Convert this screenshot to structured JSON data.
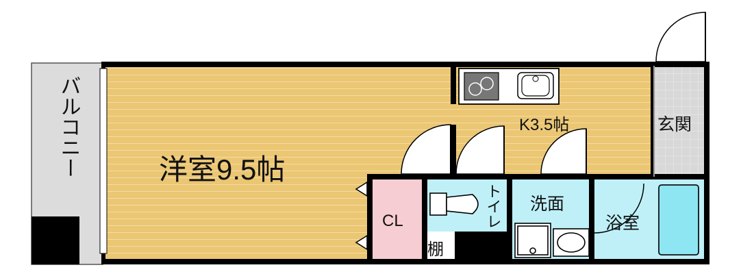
{
  "rooms": {
    "western_room": "洋室9.5帖",
    "kitchen": "K3.5帖",
    "entrance": "玄関",
    "balcony": "バルコニー",
    "closet": "CL",
    "toilet": "トイレ",
    "washroom": "洗面",
    "bathroom": "浴室",
    "shelf": "棚"
  },
  "colors": {
    "floor_wood": "#ebc673",
    "floor_wood_line": "#f3dca4",
    "balcony": "#dcdcdc",
    "entrance_tile": "#d8d8d8",
    "closet": "#f6cdd2",
    "wet_area": "#bff0f8",
    "bathtub": "#8fe6f3",
    "wall": "#000000"
  }
}
